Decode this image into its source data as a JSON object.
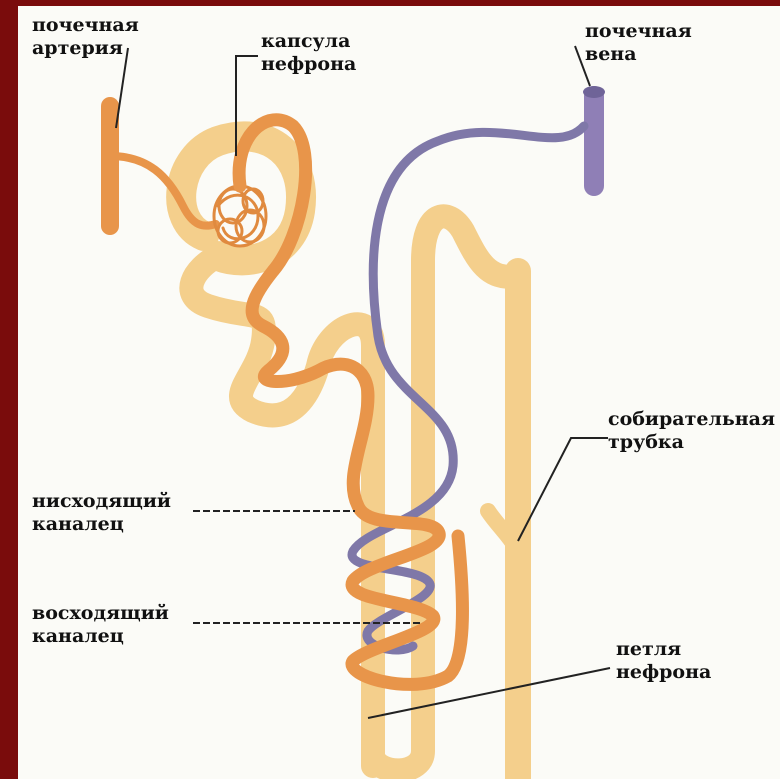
{
  "labels": {
    "renal_artery": {
      "line1": "почечная",
      "line2": "артерия"
    },
    "nephron_capsule": {
      "line1": "капсула",
      "line2": "нефрона"
    },
    "renal_vein": {
      "line1": "почечная",
      "line2": "вена"
    },
    "collecting_duct": {
      "line1": "собирательная",
      "line2": "трубка"
    },
    "descending_tubule": {
      "line1": "нисходящий",
      "line2": "каналец"
    },
    "ascending_tubule": {
      "line1": "восходящий",
      "line2": "каналец"
    },
    "nephron_loop": {
      "line1": "петля",
      "line2": "нефрона"
    }
  },
  "colors": {
    "background_frame": "#7a0c0c",
    "panel": "#fbfbf7",
    "tubule": "#f4cf8c",
    "tubule_edge": "#e6b96c",
    "artery_vessel": "#e8954a",
    "vein_vessel": "#7f78a8",
    "vein_trunk": "#8f7fb6",
    "leader_line": "#222222"
  }
}
